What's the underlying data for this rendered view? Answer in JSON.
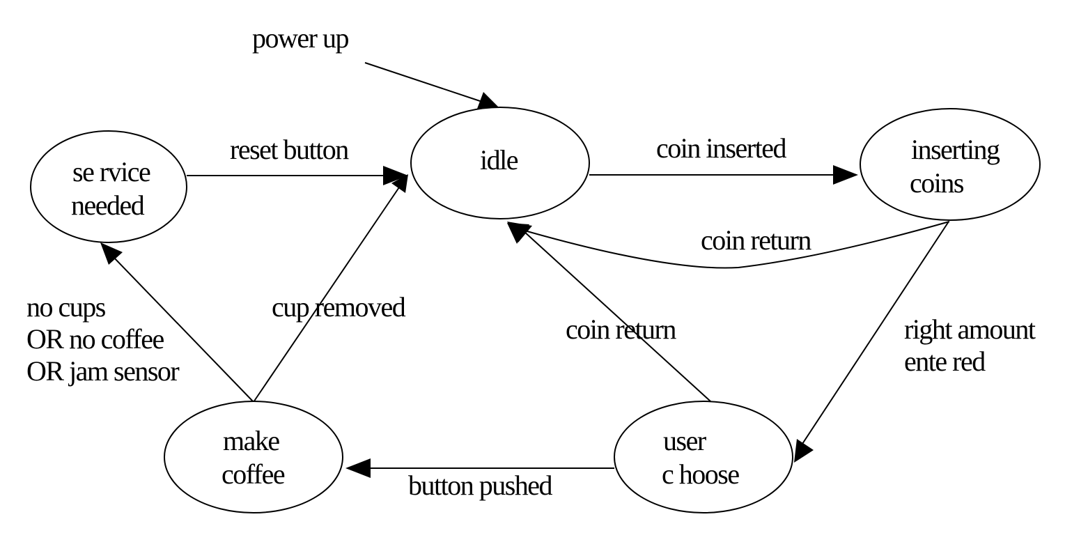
{
  "states": [
    {
      "id": "idle",
      "lines": [
        "idle"
      ]
    },
    {
      "id": "inserting-coins",
      "lines": [
        "inserting",
        "coins"
      ]
    },
    {
      "id": "service-needed",
      "lines": [
        "se rvice",
        "needed"
      ]
    },
    {
      "id": "make-coffee",
      "lines": [
        "make",
        "coffee"
      ]
    },
    {
      "id": "user-choose",
      "lines": [
        "user",
        "c hoose"
      ]
    }
  ],
  "transitions": [
    {
      "id": "power-up",
      "from": "",
      "to": "idle",
      "lines": [
        "power up"
      ]
    },
    {
      "id": "reset-button",
      "from": "service-needed",
      "to": "idle",
      "lines": [
        "reset button"
      ]
    },
    {
      "id": "coin-inserted",
      "from": "idle",
      "to": "inserting-coins",
      "lines": [
        "coin inserted"
      ]
    },
    {
      "id": "coin-return-inserting",
      "from": "inserting-coins",
      "to": "idle",
      "lines": [
        "coin return"
      ]
    },
    {
      "id": "cup-removed",
      "from": "make-coffee",
      "to": "idle",
      "lines": [
        "cup removed"
      ]
    },
    {
      "id": "coin-return-user",
      "from": "user-choose",
      "to": "idle",
      "lines": [
        "coin return"
      ]
    },
    {
      "id": "right-amount-entered",
      "from": "inserting-coins",
      "to": "user-choose",
      "lines": [
        "right amount",
        "ente red"
      ]
    },
    {
      "id": "button-pushed",
      "from": "user-choose",
      "to": "make-coffee",
      "lines": [
        "button pushed"
      ]
    },
    {
      "id": "fault",
      "from": "make-coffee",
      "to": "service-needed",
      "lines": [
        "no cups",
        "OR no coffee",
        "OR jam sensor"
      ]
    }
  ]
}
